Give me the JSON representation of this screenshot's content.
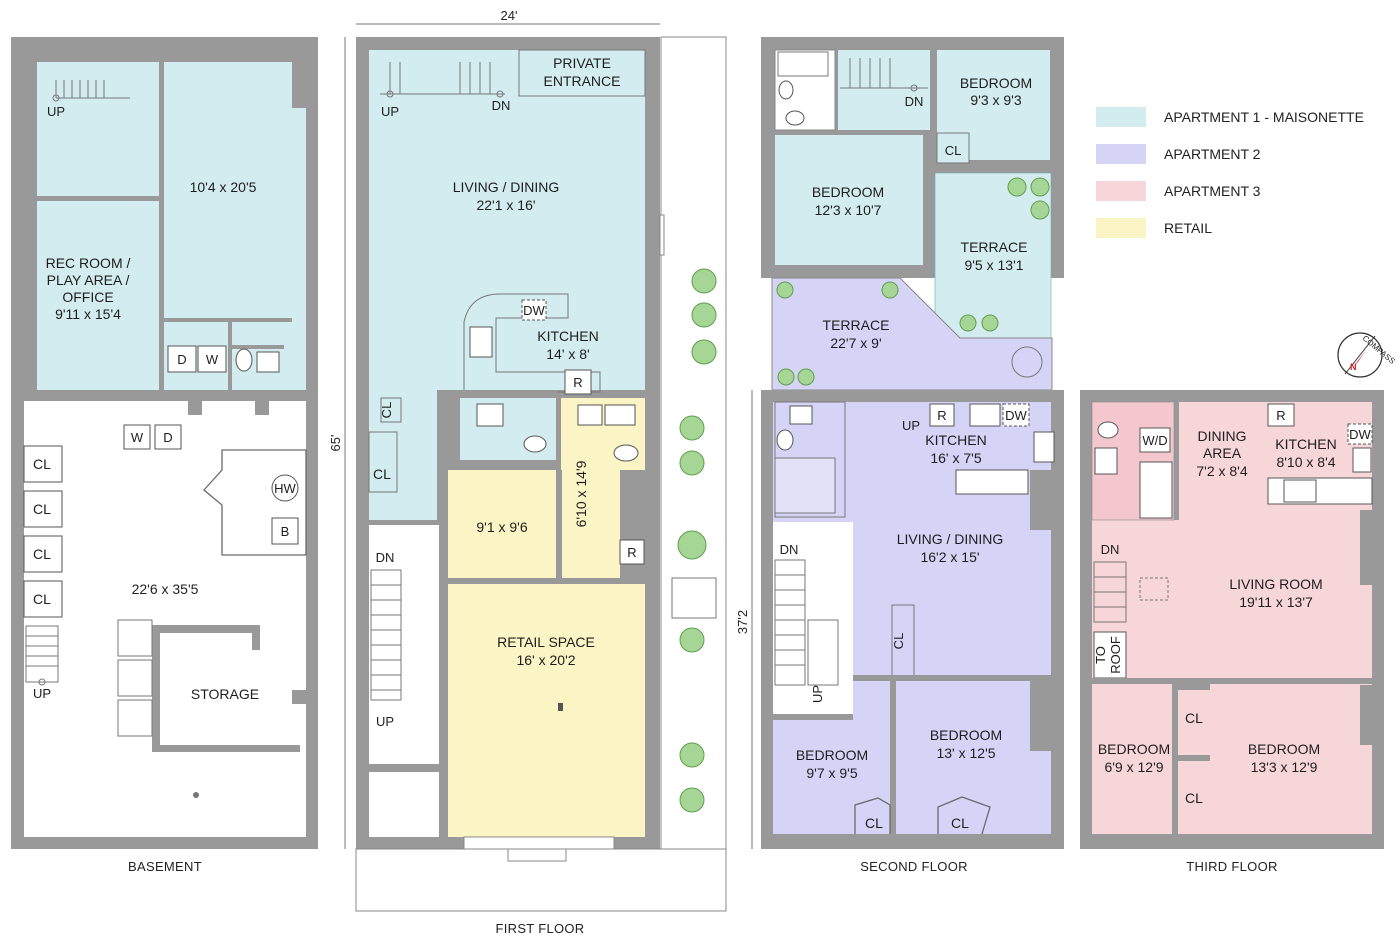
{
  "colors": {
    "apartment1": "#d3ecef",
    "apartment2": "#d6d4f6",
    "apartment3": "#f7d6da",
    "retail": "#fbf4c4",
    "wall": "#999999",
    "planting": "#7fbf6a"
  },
  "legend": [
    {
      "label": "APARTMENT 1 - MAISONETTE",
      "color": "#d3ecef"
    },
    {
      "label": "APARTMENT 2",
      "color": "#d6d4f6"
    },
    {
      "label": "APARTMENT 3",
      "color": "#f7d6da"
    },
    {
      "label": "RETAIL",
      "color": "#fbf4c4"
    }
  ],
  "compass": {
    "label": "COMPASS",
    "north": "N"
  },
  "dimensions": {
    "width": "24'",
    "depth": "65'",
    "upper_depth": "37'2"
  },
  "floors": {
    "basement": {
      "title": "BASEMENT",
      "rooms": {
        "rec_line1": "REC ROOM /",
        "rec_line2": "PLAY AREA /",
        "rec_line3": "OFFICE",
        "rec_dim": "9'11 x 15'4",
        "room_dim": "10'4 x 20'5",
        "main_dim": "22'6 x 35'5",
        "storage": "STORAGE"
      },
      "labels": {
        "up_top": "UP",
        "up_bottom": "UP",
        "w": "W",
        "d": "D",
        "w2": "W",
        "d2": "D",
        "hw": "HW",
        "b": "B",
        "cl1": "CL",
        "cl2": "CL",
        "cl3": "CL",
        "cl4": "CL"
      }
    },
    "first": {
      "title": "FIRST FLOOR",
      "rooms": {
        "private1": "PRIVATE",
        "private2": "ENTRANCE",
        "living": "LIVING / DINING",
        "living_dim": "22'1 x 16'",
        "kitchen": "KITCHEN",
        "kitchen_dim": "14' x 8'",
        "room_a_dim": "9'1 x 9'6",
        "room_b_dim": "6'10 x 14'9",
        "retail": "RETAIL SPACE",
        "retail_dim": "16' x 20'2"
      },
      "labels": {
        "up": "UP",
        "dn": "DN",
        "dw": "DW",
        "r1": "R",
        "r2": "R",
        "cl1": "CL",
        "cl2": "CL",
        "dn2": "DN",
        "up2": "UP"
      }
    },
    "second": {
      "title": "SECOND FLOOR",
      "rooms": {
        "bed1": "BEDROOM",
        "bed1_dim": "9'3 x 9'3",
        "bed2": "BEDROOM",
        "bed2_dim": "12'3 x 10'7",
        "terrace1": "TERRACE",
        "terrace1_dim": "9'5 x 13'1",
        "terrace2": "TERRACE",
        "terrace2_dim": "22'7 x 9'",
        "kitchen": "KITCHEN",
        "kitchen_dim": "16' x 7'5",
        "living": "LIVING / DINING",
        "living_dim": "16'2 x 15'",
        "bed3": "BEDROOM",
        "bed3_dim": "9'7 x 9'5",
        "bed4": "BEDROOM",
        "bed4_dim": "13' x 12'5"
      },
      "labels": {
        "dn": "DN",
        "cl_top": "CL",
        "up": "UP",
        "r": "R",
        "dw": "DW",
        "dn2": "DN",
        "up2": "UP",
        "cl_v": "CL",
        "cl_a": "CL",
        "cl_b": "CL"
      }
    },
    "third": {
      "title": "THIRD FLOOR",
      "rooms": {
        "dining1": "DINING",
        "dining2": "AREA",
        "dining_dim": "7'2 x 8'4",
        "kitchen": "KITCHEN",
        "kitchen_dim": "8'10 x 8'4",
        "living": "LIVING ROOM",
        "living_dim": "19'11 x 13'7",
        "bed1": "BEDROOM",
        "bed1_dim": "6'9 x 12'9",
        "bed2": "BEDROOM",
        "bed2_dim": "13'3 x 12'9"
      },
      "labels": {
        "wd": "W/D",
        "r": "R",
        "dw": "DW",
        "dn": "DN",
        "to": "TO",
        "roof": "ROOF",
        "cl1": "CL",
        "cl2": "CL"
      }
    }
  }
}
